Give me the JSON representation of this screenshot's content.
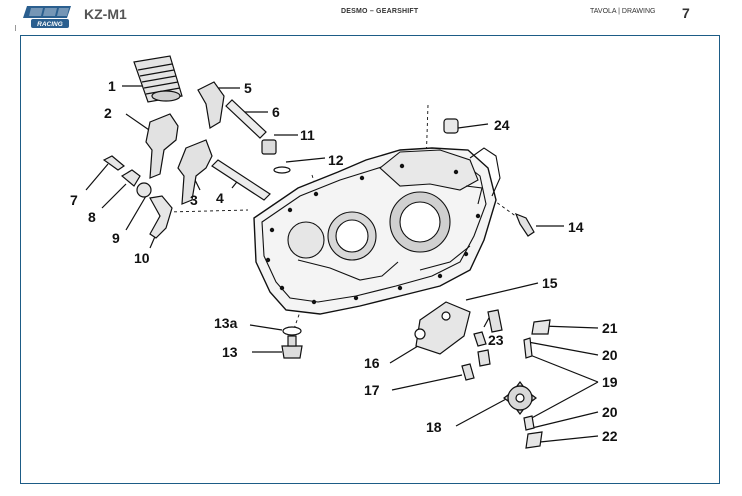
{
  "header": {
    "model": "KZ-M1",
    "title": "DESMO – GEARSHIFT",
    "tavola": "TAVOLA | DRAWING",
    "page_number": "7"
  },
  "logo": {
    "text": "RACING"
  },
  "labels": [
    "1",
    "2",
    "3",
    "4",
    "5",
    "6",
    "7",
    "8",
    "9",
    "10",
    "11",
    "12",
    "13a",
    "13",
    "14",
    "15",
    "16",
    "17",
    "18",
    "19",
    "20",
    "20",
    "21",
    "22",
    "23",
    "24"
  ]
}
